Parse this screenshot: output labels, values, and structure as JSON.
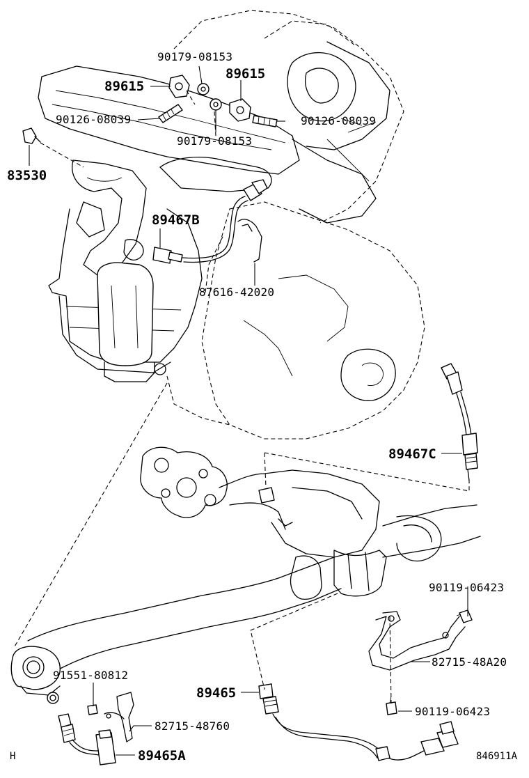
{
  "diagram": {
    "corner_left": "H",
    "figure_code": "846911A",
    "parts": [
      {
        "id": "p-90179-top",
        "number": "90179-08153"
      },
      {
        "id": "p-89615-left",
        "number": "89615"
      },
      {
        "id": "p-89615-right",
        "number": "89615"
      },
      {
        "id": "p-90126-left",
        "number": "90126-08039"
      },
      {
        "id": "p-90126-right",
        "number": "90126-08039"
      },
      {
        "id": "p-90179-bottom",
        "number": "90179-08153"
      },
      {
        "id": "p-83530",
        "number": "83530"
      },
      {
        "id": "p-89467B",
        "number": "89467B"
      },
      {
        "id": "p-87616",
        "number": "87616-42020"
      },
      {
        "id": "p-89467C",
        "number": "89467C"
      },
      {
        "id": "p-90119-top",
        "number": "90119-06423"
      },
      {
        "id": "p-82715-48A20",
        "number": "82715-48A20"
      },
      {
        "id": "p-91551",
        "number": "91551-80812"
      },
      {
        "id": "p-89465",
        "number": "89465"
      },
      {
        "id": "p-82715-48760",
        "number": "82715-48760"
      },
      {
        "id": "p-90119-bottom",
        "number": "90119-06423"
      },
      {
        "id": "p-89465A",
        "number": "89465A"
      }
    ]
  }
}
